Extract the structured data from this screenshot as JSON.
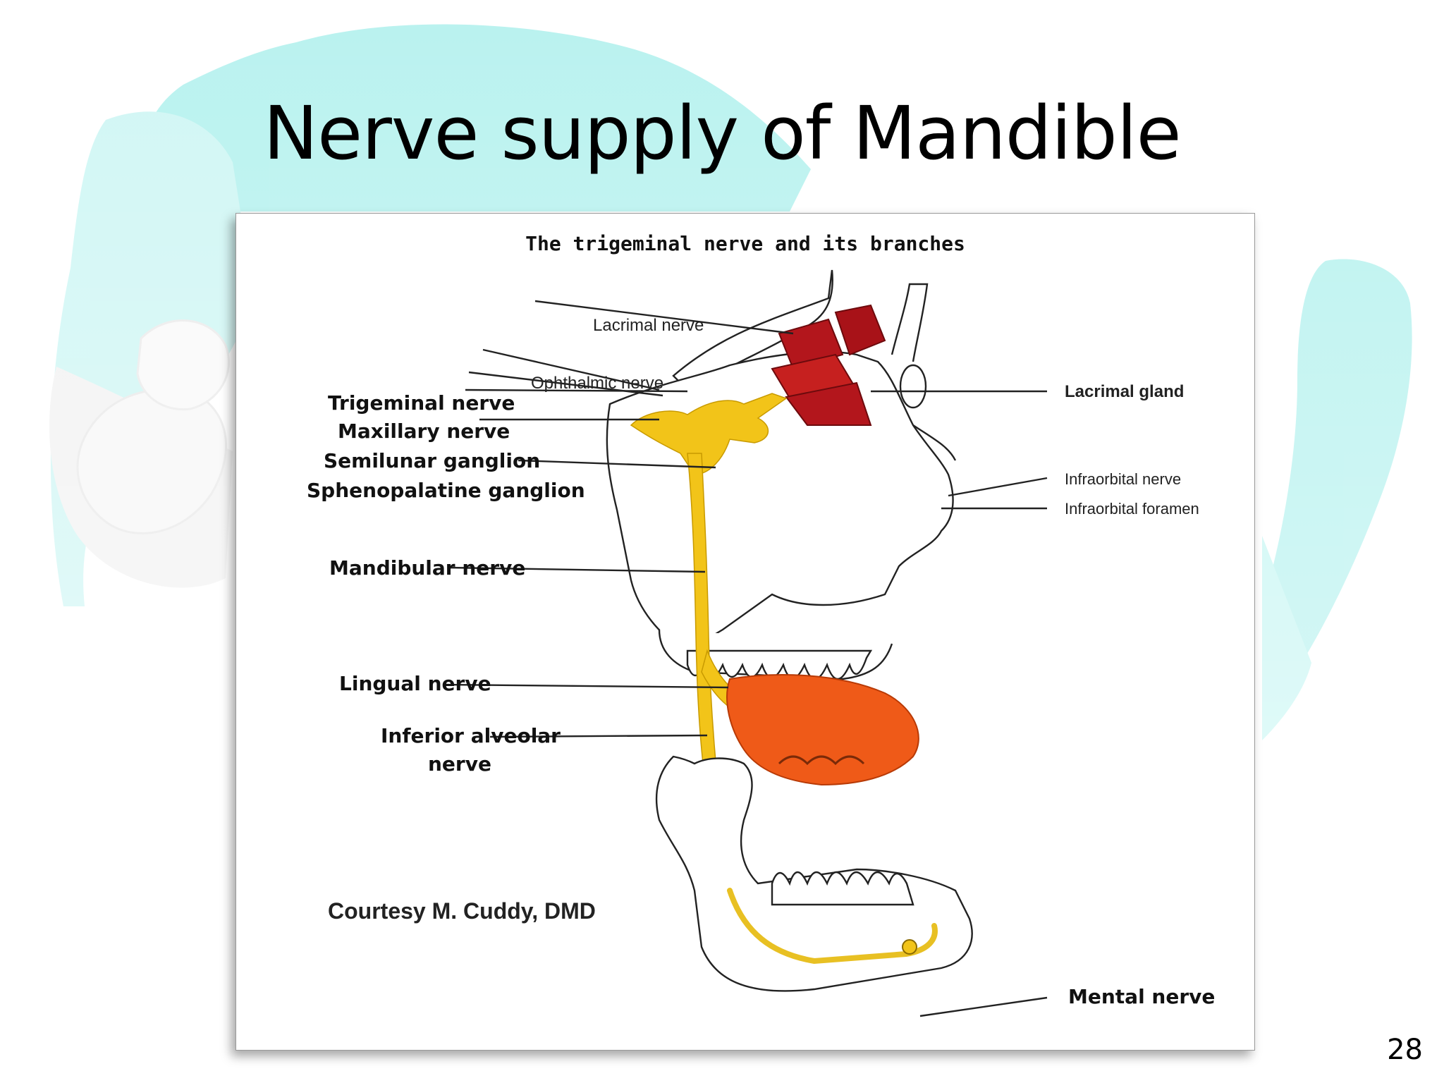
{
  "slide": {
    "title": "Nerve supply of Mandible",
    "page_number": "28"
  },
  "figure": {
    "title": "The trigeminal nerve and its branches",
    "labels": {
      "lacrimal_nerve": "Lacrimal nerve",
      "ophthalmic_nerve": "Ophthalmic nerve",
      "trigeminal_nerve": "Trigeminal nerve",
      "maxillary_nerve": "Maxillary nerve",
      "semilunar_ganglion": "Semilunar ganglion",
      "sphenopalatine_ganglion": "Sphenopalatine ganglion",
      "mandibular_nerve": "Mandibular nerve",
      "lingual_nerve": "Lingual nerve",
      "inferior_alveolar_line1": "Inferior alveolar",
      "inferior_alveolar_line2": "nerve",
      "lacrimal_gland": "Lacrimal gland",
      "infraorbital_nerve": "Infraorbital nerve",
      "infraorbital_foramen": "Infraorbital foramen",
      "mental_nerve": "Mental nerve"
    },
    "credit": "Courtesy M. Cuddy, DMD"
  },
  "colors": {
    "nerve": "#f2c419",
    "tongue": "#ef5a18",
    "eye_muscle": "#b3161c",
    "background_skull": "#7fe8e2"
  }
}
